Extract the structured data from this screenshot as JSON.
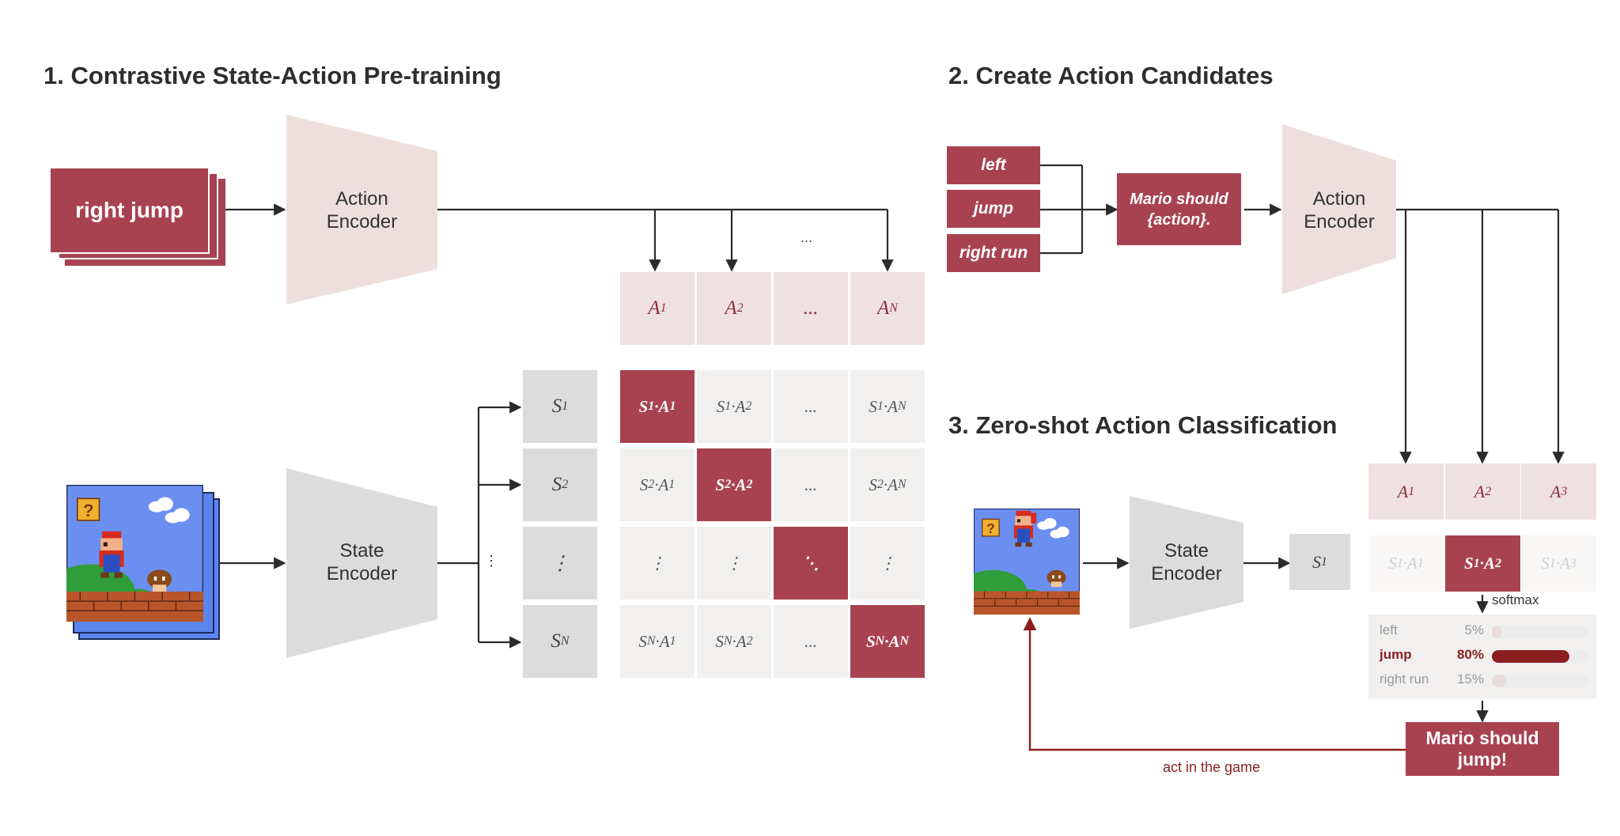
{
  "sections": {
    "pretraining_title": "1. Contrastive State-Action Pre-training",
    "candidates_title": "2. Create Action Candidates",
    "classification_title": "3. Zero-shot Action Classification"
  },
  "pretraining": {
    "action_input": "right jump",
    "action_encoder": [
      "Action",
      "Encoder"
    ],
    "state_encoder": [
      "State",
      "Encoder"
    ],
    "dots": "...",
    "vdots": "⋮",
    "action_headers": [
      {
        "base": "A",
        "sub": "1"
      },
      {
        "base": "A",
        "sub": "2"
      },
      {
        "base": "...",
        "sub": ""
      },
      {
        "base": "A",
        "sub": "N"
      }
    ],
    "state_headers": [
      {
        "base": "S",
        "sub": "1"
      },
      {
        "base": "S",
        "sub": "2"
      },
      {
        "base": "⋮",
        "sub": ""
      },
      {
        "base": "S",
        "sub": "N"
      }
    ],
    "matrix": [
      [
        "S1·A1",
        "S1·A2",
        "...",
        "S1·AN"
      ],
      [
        "S2·A1",
        "S2·A2",
        "...",
        "S2·AN"
      ],
      [
        "⋮",
        "⋮",
        "⋱",
        "⋮"
      ],
      [
        "SN·A1",
        "SN·A2",
        "...",
        "SN·AN"
      ]
    ]
  },
  "candidates": {
    "actions": [
      "left",
      "jump",
      "right run"
    ],
    "template": [
      "Mario should",
      "{action}."
    ],
    "action_encoder": [
      "Action",
      "Encoder"
    ],
    "action_headers": [
      {
        "base": "A",
        "sub": "1"
      },
      {
        "base": "A",
        "sub": "2"
      },
      {
        "base": "A",
        "sub": "3"
      }
    ]
  },
  "classification": {
    "state_encoder": [
      "State",
      "Encoder"
    ],
    "state_label": {
      "base": "S",
      "sub": "1"
    },
    "scores": [
      "S1·A1",
      "S1·A2",
      "S1·A3"
    ],
    "softmax_label": "softmax",
    "probabilities": [
      {
        "label": "left",
        "percent": "5%",
        "value": 0.05,
        "highlight": false
      },
      {
        "label": "jump",
        "percent": "80%",
        "value": 0.8,
        "highlight": true
      },
      {
        "label": "right run",
        "percent": "15%",
        "value": 0.15,
        "highlight": false
      }
    ],
    "result": [
      "Mario should",
      "jump!"
    ],
    "feedback_label": "act in the game"
  },
  "colors": {
    "accent_red": "#a84250",
    "light_pink": "#efe0e1",
    "encoder_pink": "#efdede",
    "encoder_gray": "#dcdcdc",
    "cell_gray": "#f1f0ee",
    "feedback_arrow": "#8a1f1f",
    "sky_blue": "#6b8ff0"
  }
}
